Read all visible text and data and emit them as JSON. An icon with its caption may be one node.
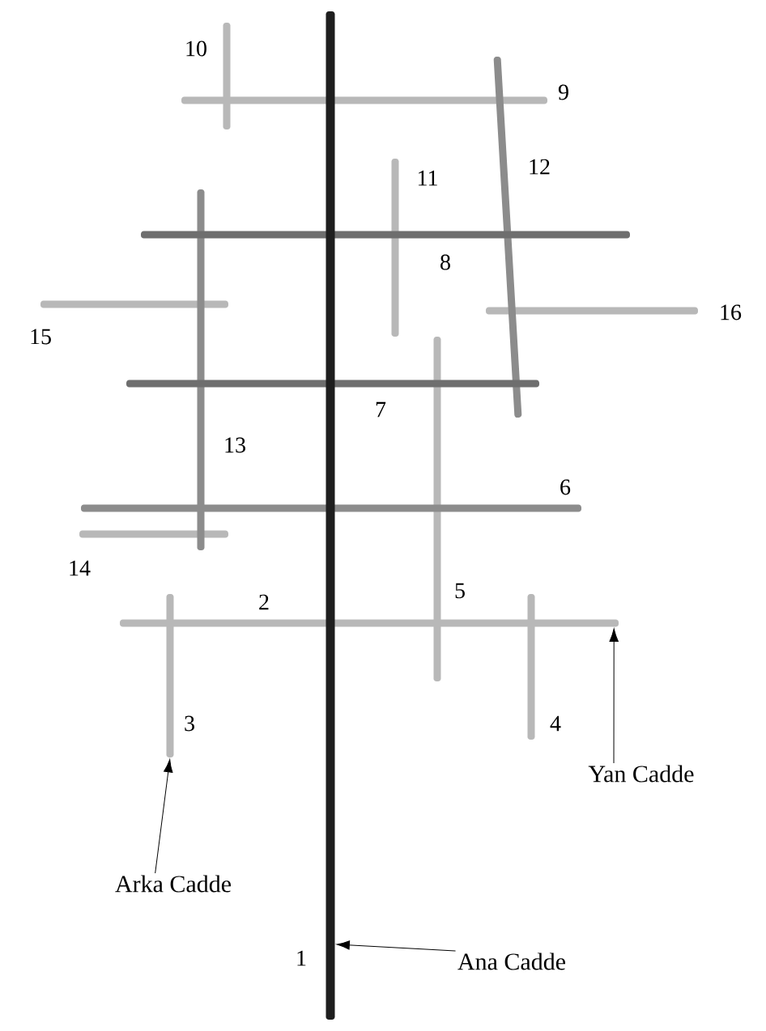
{
  "diagram": {
    "nodes": [
      {
        "text": [],
        "shape": "bar",
        "beside": [
          "1"
        ]
      },
      {
        "text": [],
        "shape": "bar",
        "beside": [
          "2"
        ]
      },
      {
        "text": [],
        "shape": "bar",
        "beside": [
          "3"
        ]
      },
      {
        "text": [],
        "shape": "bar",
        "beside": [
          "4"
        ]
      },
      {
        "text": [],
        "shape": "bar",
        "beside": [
          "5"
        ]
      },
      {
        "text": [],
        "shape": "bar",
        "beside": [
          "6"
        ]
      },
      {
        "text": [],
        "shape": "bar",
        "beside": [
          "7"
        ]
      },
      {
        "text": [],
        "shape": "bar",
        "beside": [
          "8"
        ]
      },
      {
        "text": [],
        "shape": "bar",
        "beside": [
          "9"
        ]
      },
      {
        "text": [],
        "shape": "bar",
        "beside": [
          "10"
        ]
      },
      {
        "text": [],
        "shape": "bar",
        "beside": [
          "11"
        ]
      },
      {
        "text": [],
        "shape": "bar",
        "beside": [
          "12"
        ]
      },
      {
        "text": [],
        "shape": "bar",
        "beside": [
          "13"
        ]
      },
      {
        "text": [],
        "shape": "bar",
        "beside": [
          "14"
        ]
      },
      {
        "text": [],
        "shape": "bar",
        "beside": [
          "15"
        ]
      },
      {
        "text": [],
        "shape": "bar",
        "beside": [
          "16"
        ]
      },
      {
        "text": [
          "Ana Cadde"
        ]
      },
      {
        "text": [
          "Yan Cadde"
        ]
      },
      {
        "text": [
          "Arka Cadde"
        ]
      }
    ],
    "edges": [
      {
        "from": 16,
        "to": 0,
        "arrow": "to"
      },
      {
        "from": 17,
        "to": 1,
        "arrow": "to"
      },
      {
        "from": 18,
        "to": 2,
        "arrow": "to"
      }
    ]
  }
}
